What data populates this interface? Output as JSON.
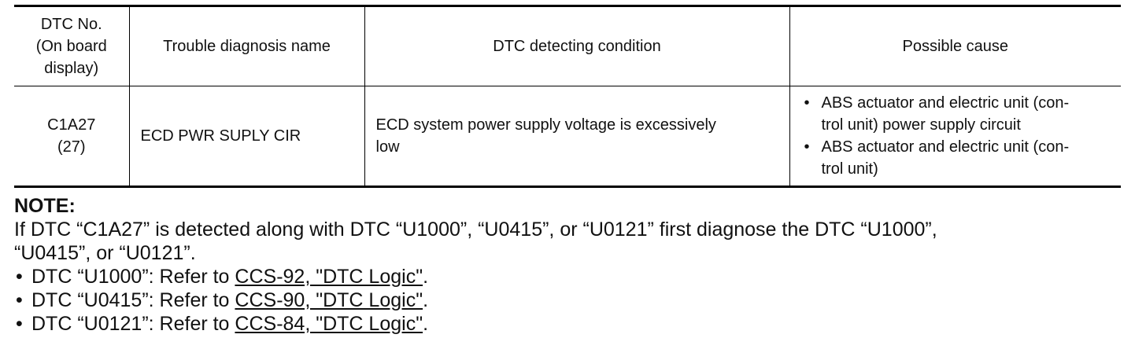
{
  "table": {
    "headers": {
      "dtc_no": "DTC No.\n(On board\ndisplay)",
      "name": "Trouble diagnosis name",
      "condition": "DTC detecting condition",
      "cause": "Possible cause"
    },
    "row": {
      "dtc_no": "C1A27\n(27)",
      "name": "ECD PWR SUPLY CIR",
      "condition": "ECD system power supply voltage is excessively\nlow",
      "causes": [
        "ABS actuator and electric unit (con-\ntrol unit) power supply circuit",
        "ABS actuator and electric unit (con-\ntrol unit)"
      ]
    }
  },
  "note": {
    "title": "NOTE:",
    "text": "If DTC “C1A27” is detected along with DTC “U1000”, “U0415”, or “U0121” first diagnose the DTC “U1000”,\n“U0415”, or “U0121”.",
    "refs": [
      {
        "prefix": "DTC “U1000”: Refer to ",
        "link": "CCS-92, \"DTC Logic\"",
        "suffix": "."
      },
      {
        "prefix": "DTC “U0415”: Refer to ",
        "link": "CCS-90, \"DTC Logic\"",
        "suffix": "."
      },
      {
        "prefix": "DTC “U0121”: Refer to ",
        "link": "CCS-84, \"DTC Logic\"",
        "suffix": "."
      }
    ]
  }
}
